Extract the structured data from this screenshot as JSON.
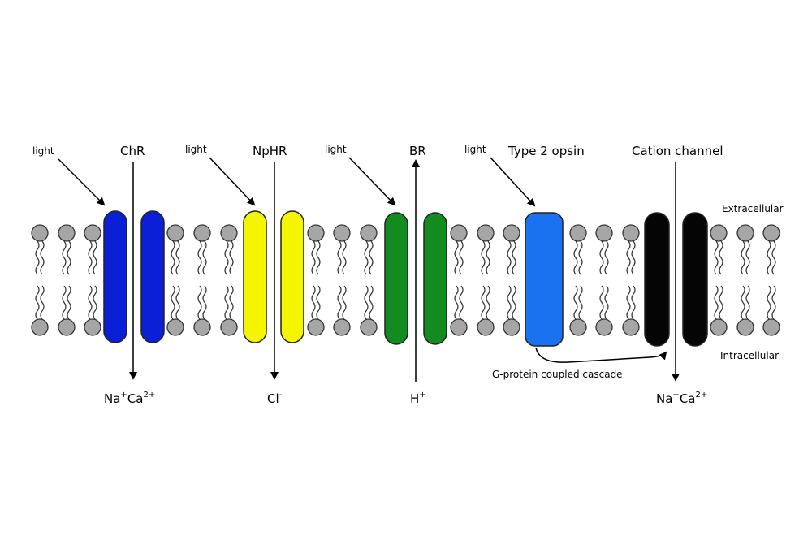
{
  "colors": {
    "chr": "#0a1fd6",
    "nphr": "#f5f500",
    "br": "#128c1e",
    "type2": "#1a72f0",
    "cation": "#050505",
    "lipid_head": "#a6a6a6",
    "outline": "#222222"
  },
  "labels": {
    "chr": {
      "title": "ChR",
      "light": "light",
      "ion_main": "Na",
      "ion_sup1": "+",
      "ion_main2": "Ca",
      "ion_sup2": "2+"
    },
    "nphr": {
      "title": "NpHR",
      "light": "light",
      "ion_main": "Cl",
      "ion_sup1": "-"
    },
    "br": {
      "title": "BR",
      "light": "light",
      "ion_main": "H",
      "ion_sup1": "+"
    },
    "type2": {
      "title": "Type 2 opsin",
      "light": "light"
    },
    "cation": {
      "title": "Cation channel",
      "ion_main": "Na",
      "ion_sup1": "+",
      "ion_main2": "Ca",
      "ion_sup2": "2+"
    },
    "extracellular": "Extracellular",
    "intracellular": "Intracellular",
    "cascade": "G-protein coupled cascade"
  }
}
